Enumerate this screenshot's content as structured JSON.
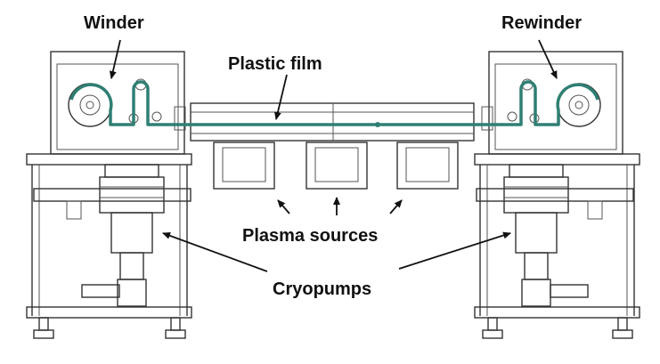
{
  "labels": {
    "winder": "Winder",
    "rewinder": "Rewinder",
    "plastic_film": "Plastic film",
    "plasma_sources": "Plasma sources",
    "cryopumps": "Cryopumps"
  },
  "colors": {
    "film": "#2f7f73",
    "linework": "#333333",
    "text": "#111111",
    "background": "#ffffff"
  }
}
